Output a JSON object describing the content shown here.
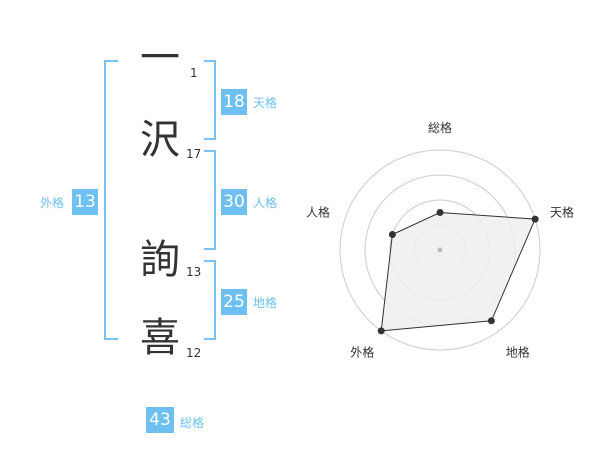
{
  "name": {
    "chars": [
      {
        "char": "一",
        "strokes": "1"
      },
      {
        "char": "沢",
        "strokes": "17"
      },
      {
        "char": "詢",
        "strokes": "13"
      },
      {
        "char": "喜",
        "strokes": "12"
      }
    ]
  },
  "fortune": {
    "tenkaku": {
      "value": "18",
      "label": "天格"
    },
    "jinkaku": {
      "value": "30",
      "label": "人格"
    },
    "chikaku": {
      "value": "25",
      "label": "地格"
    },
    "gaikaku": {
      "value": "13",
      "label": "外格"
    },
    "soukaku": {
      "value": "43",
      "label": "総格"
    }
  },
  "chart_data": {
    "type": "radar",
    "axes": [
      "総格",
      "天格",
      "地格",
      "外格",
      "人格"
    ],
    "rings": 4,
    "max": 4,
    "values": [
      1.5,
      4,
      3.5,
      4,
      2
    ]
  },
  "colors": {
    "accent": "#6ec0f0",
    "bracket": "#78c3f2",
    "grid": "#cccccc",
    "fill": "#eeeeee",
    "line": "#333333"
  }
}
